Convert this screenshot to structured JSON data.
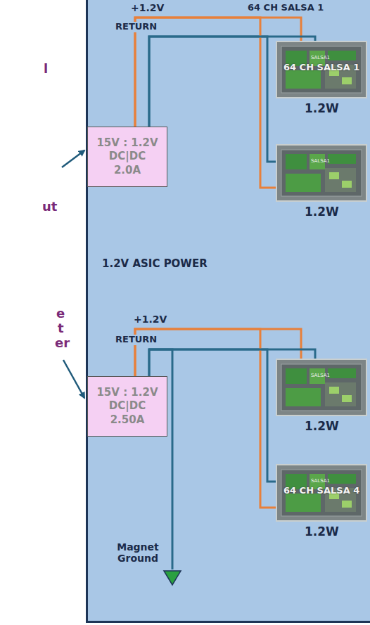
{
  "diagram": {
    "nodes": [
      {
        "text": [
          "SALSA1",
          "64 CH SALSA 1",
          "1.2W"
        ]
      },
      {
        "text": [
          "15V : 1.2V",
          "DC|DC",
          "2.0A"
        ]
      },
      {
        "text": [
          "SALSA1",
          "1.2W"
        ]
      },
      {
        "text": [
          "SALSA1",
          "1.2W"
        ]
      },
      {
        "text": [
          "15V : 1.2V",
          "DC|DC",
          "2.50A"
        ]
      },
      {
        "text": [
          "SALSA1",
          "64 CH SALSA 4",
          "1.2W"
        ]
      }
    ],
    "edges": [
      {
        "from": 1,
        "to": 0,
        "arrow": "none"
      },
      {
        "from": 1,
        "to": 0,
        "arrow": "none"
      },
      {
        "from": 1,
        "to": 2,
        "arrow": "none"
      },
      {
        "from": 1,
        "to": 2,
        "arrow": "none"
      },
      {
        "from": 4,
        "to": 3,
        "arrow": "none"
      },
      {
        "from": 4,
        "to": 3,
        "arrow": "none"
      },
      {
        "from": 4,
        "to": 5,
        "arrow": "none"
      },
      {
        "from": 4,
        "to": 5,
        "arrow": "none"
      }
    ],
    "labels": [
      "+1.2V",
      "64 CH SALSA 1",
      "RETURN",
      "l",
      "ut",
      "1.2V ASIC POWER",
      "+1.2V",
      "RETURN",
      "e",
      "t",
      "er",
      "Magnet Ground"
    ]
  }
}
